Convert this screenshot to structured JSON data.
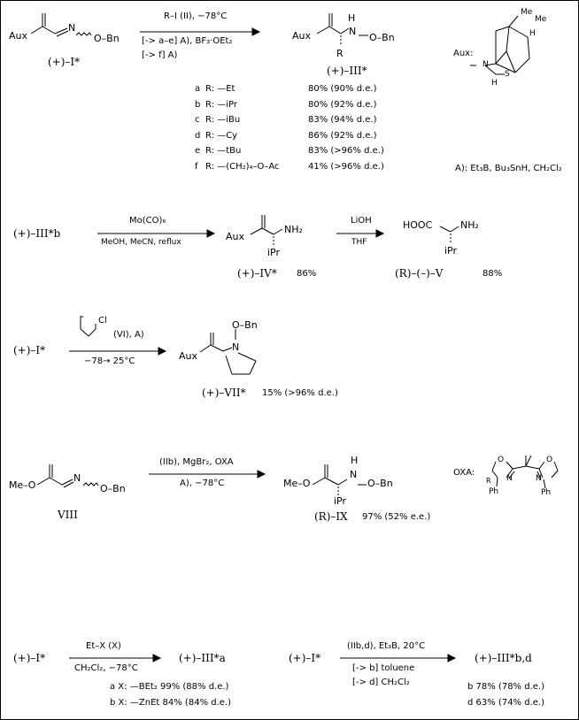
{
  "s1": {
    "aux1": "Aux",
    "n1": "N",
    "obn1": "O–Bn",
    "cpd1": "(+)–I*",
    "reagent_line1": "R–I  (II), −78°C",
    "reagent_line2": "[-> a–e]  A), BF₃·OEt₂",
    "reagent_line3": "[-> f]  A)",
    "aux2": "Aux",
    "nh2": "H",
    "n2": "N",
    "obn2": "O–Bn",
    "r2": "R",
    "cpd2": "(+)–III*",
    "aux_label": "Aux:",
    "aux_me": "Me",
    "aux_me2": "Me",
    "aux_h1": "H",
    "aux_n": "N",
    "aux_s": "S",
    "aux_h2": "H",
    "a_note": "A): Et₃B, Bu₃SnH, CH₂Cl₂",
    "rows": [
      {
        "id": "a",
        "r": "R: —Et",
        "y": "80% (90% d.e.)"
      },
      {
        "id": "b",
        "r": "R: —iPr",
        "y": "80% (92% d.e.)"
      },
      {
        "id": "c",
        "r": "R: —iBu",
        "y": "83% (94% d.e.)"
      },
      {
        "id": "d",
        "r": "R: —Cy",
        "y": "86% (92% d.e.)"
      },
      {
        "id": "e",
        "r": "R: —tBu",
        "y": "83% (>96% d.e.)"
      },
      {
        "id": "f",
        "r": "R: —(CH₂)₄–O–Ac",
        "y": "41% (>96% d.e.)"
      }
    ]
  },
  "s2": {
    "start": "(+)–III*b",
    "reagent1": "Mo(CO)₆",
    "cond1": "MeOH, MeCN,  reflux",
    "aux": "Aux",
    "nh2": "NH₂",
    "ipr": "iPr",
    "cpd_iv": "(+)–IV*",
    "yield_iv": "86%",
    "reagent2": "LiOH",
    "cond2": "THF",
    "hooc": "HOOC",
    "nh2b": "NH₂",
    "iprb": "iPr",
    "cpd_v": "(R)–(–)–V",
    "yield_v": "88%"
  },
  "s3": {
    "start": "(+)–I*",
    "cl": "Cl",
    "vi": "(VI),  A)",
    "cond": "−78→ 25°C",
    "aux": "Aux",
    "n": "N",
    "obn": "O–Bn",
    "cpd": "(+)–VII*",
    "yield": "15% (>96% d.e.)"
  },
  "s4": {
    "meo": "Me–O",
    "n": "N",
    "obn": "O–Bn",
    "cpd_viii": "VIII",
    "reagent1": "(IIb), MgBr₂,  OXA",
    "reagent2": "A), −78°C",
    "meo2": "Me–O",
    "nh": "H",
    "n2": "N",
    "obn2": "O–Bn",
    "ipr": "iPr",
    "cpd_ix": "(R)–IX",
    "yield_ix": "97% (52% e.e.)",
    "oxa_label": "OXA:",
    "oxa_o1": "O",
    "oxa_n1": "N",
    "oxa_o2": "O",
    "oxa_n2": "N",
    "oxa_r": "R",
    "oxa_ph1": "Ph",
    "oxa_ph2": "Ph"
  },
  "s5": {
    "start_l": "(+)–I*",
    "reagent_l": "Et–X  (X)",
    "cond_l": "CH₂Cl₂,  −78°C",
    "prod_l": "(+)–III*a",
    "row_a": "a X: —BEt₂  99% (88% d.e.)",
    "row_b": "b X: —ZnEt  84% (84% d.e.)",
    "start_r": "(+)–I*",
    "reagent_r": "(IIb,d), Et₃B, 20°C",
    "cond_r1": "[-> b]  toluene",
    "cond_r2": "[-> d]  CH₂Cl₂",
    "prod_r": "(+)–III*b,d",
    "row_rb": "b 78% (78% d.e.)",
    "row_rd": "d 63% (74% d.e.)"
  }
}
